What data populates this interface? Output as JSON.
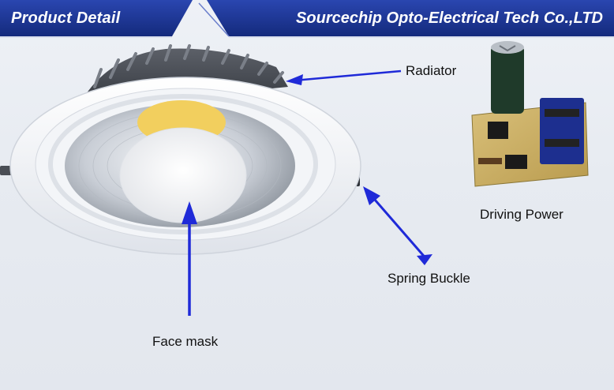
{
  "header": {
    "left_title": "Product Detail",
    "right_title": "Sourcechip Opto-Electrical Tech Co.,LTD"
  },
  "labels": {
    "radiator": "Radiator",
    "driving_power": "Driving Power",
    "spring_buckle": "Spring Buckle",
    "face_mask": "Face mask"
  },
  "colors": {
    "banner_blue": "#1a2f86",
    "arrow_blue": "#1f2ad8"
  }
}
